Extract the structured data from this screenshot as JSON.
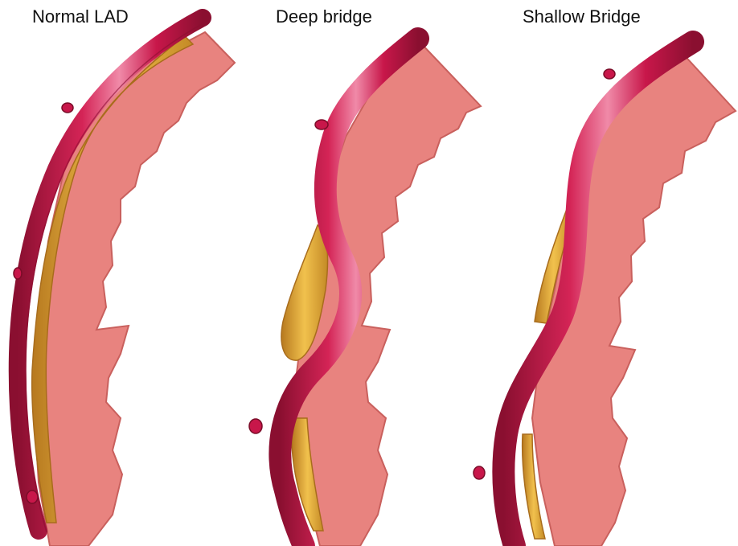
{
  "panels": [
    {
      "label": "Normal LAD"
    },
    {
      "label": "Deep bridge"
    },
    {
      "label": "Shallow Bridge"
    }
  ],
  "colors": {
    "myocardium": "#e8837f",
    "myocardium_edge": "#c9605d",
    "artery": "#c8174a",
    "artery_dark": "#8a0f30",
    "artery_light": "#f08aa8",
    "fat": "#e8b13a",
    "fat_dark": "#b7791f"
  }
}
